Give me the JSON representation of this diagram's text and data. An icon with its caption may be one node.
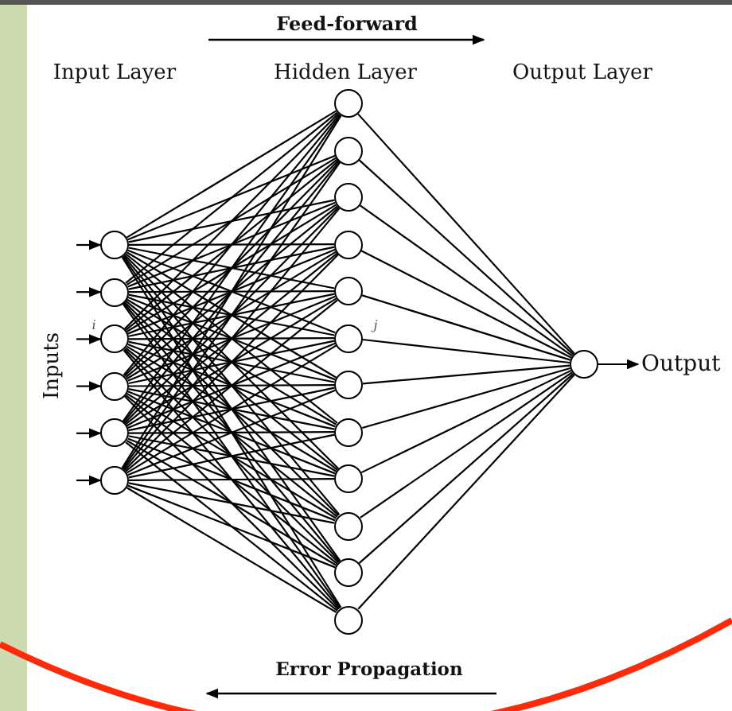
{
  "diagram": {
    "nodes": [
      {
        "text": [],
        "shape": "circle"
      },
      {
        "text": [],
        "shape": "circle"
      },
      {
        "text": [],
        "shape": "circle"
      },
      {
        "text": [],
        "shape": "circle"
      },
      {
        "text": [],
        "shape": "circle"
      },
      {
        "text": [],
        "shape": "circle"
      },
      {
        "text": [],
        "shape": "circle"
      },
      {
        "text": [],
        "shape": "circle"
      },
      {
        "text": [],
        "shape": "circle"
      },
      {
        "text": [],
        "shape": "circle"
      },
      {
        "text": [],
        "shape": "circle"
      },
      {
        "text": [],
        "shape": "circle"
      },
      {
        "text": [],
        "shape": "circle"
      },
      {
        "text": [],
        "shape": "circle"
      },
      {
        "text": [],
        "shape": "circle"
      },
      {
        "text": [],
        "shape": "circle"
      },
      {
        "text": [],
        "shape": "circle"
      },
      {
        "text": [],
        "shape": "circle"
      },
      {
        "text": [],
        "shape": "circle"
      },
      {
        "text": [
          "Output"
        ]
      }
    ],
    "edges": [
      {
        "from": null,
        "to": 0,
        "arrow": "to"
      },
      {
        "from": null,
        "to": 1,
        "arrow": "to"
      },
      {
        "from": null,
        "to": 2,
        "arrow": "to"
      },
      {
        "from": null,
        "to": 3,
        "arrow": "to"
      },
      {
        "from": null,
        "to": 4,
        "arrow": "to"
      },
      {
        "from": null,
        "to": 5,
        "arrow": "to"
      },
      {
        "from": 0,
        "to": 6,
        "arrow": "none"
      },
      {
        "from": 0,
        "to": 7,
        "arrow": "none"
      },
      {
        "from": 0,
        "to": 8,
        "arrow": "none"
      },
      {
        "from": 0,
        "to": 9,
        "arrow": "none"
      },
      {
        "from": 0,
        "to": 10,
        "arrow": "none"
      },
      {
        "from": 0,
        "to": 11,
        "arrow": "none"
      },
      {
        "from": 0,
        "to": 12,
        "arrow": "none"
      },
      {
        "from": 0,
        "to": 13,
        "arrow": "none"
      },
      {
        "from": 0,
        "to": 14,
        "arrow": "none"
      },
      {
        "from": 0,
        "to": 15,
        "arrow": "none"
      },
      {
        "from": 0,
        "to": 16,
        "arrow": "none"
      },
      {
        "from": 0,
        "to": 17,
        "arrow": "none"
      },
      {
        "from": 1,
        "to": 6,
        "arrow": "none"
      },
      {
        "from": 1,
        "to": 7,
        "arrow": "none"
      },
      {
        "from": 1,
        "to": 8,
        "arrow": "none"
      },
      {
        "from": 1,
        "to": 9,
        "arrow": "none"
      },
      {
        "from": 1,
        "to": 10,
        "arrow": "none"
      },
      {
        "from": 1,
        "to": 11,
        "arrow": "none"
      },
      {
        "from": 1,
        "to": 12,
        "arrow": "none"
      },
      {
        "from": 1,
        "to": 13,
        "arrow": "none"
      },
      {
        "from": 1,
        "to": 14,
        "arrow": "none"
      },
      {
        "from": 1,
        "to": 15,
        "arrow": "none"
      },
      {
        "from": 1,
        "to": 16,
        "arrow": "none"
      },
      {
        "from": 1,
        "to": 17,
        "arrow": "none"
      },
      {
        "from": 2,
        "to": 6,
        "arrow": "none"
      },
      {
        "from": 2,
        "to": 7,
        "arrow": "none"
      },
      {
        "from": 2,
        "to": 8,
        "arrow": "none"
      },
      {
        "from": 2,
        "to": 9,
        "arrow": "none"
      },
      {
        "from": 2,
        "to": 10,
        "arrow": "none"
      },
      {
        "from": 2,
        "to": 11,
        "arrow": "none"
      },
      {
        "from": 2,
        "to": 12,
        "arrow": "none"
      },
      {
        "from": 2,
        "to": 13,
        "arrow": "none"
      },
      {
        "from": 2,
        "to": 14,
        "arrow": "none"
      },
      {
        "from": 2,
        "to": 15,
        "arrow": "none"
      },
      {
        "from": 2,
        "to": 16,
        "arrow": "none"
      },
      {
        "from": 2,
        "to": 17,
        "arrow": "none"
      },
      {
        "from": 3,
        "to": 6,
        "arrow": "none"
      },
      {
        "from": 3,
        "to": 7,
        "arrow": "none"
      },
      {
        "from": 3,
        "to": 8,
        "arrow": "none"
      },
      {
        "from": 3,
        "to": 9,
        "arrow": "none"
      },
      {
        "from": 3,
        "to": 10,
        "arrow": "none"
      },
      {
        "from": 3,
        "to": 11,
        "arrow": "none"
      },
      {
        "from": 3,
        "to": 12,
        "arrow": "none"
      },
      {
        "from": 3,
        "to": 13,
        "arrow": "none"
      },
      {
        "from": 3,
        "to": 14,
        "arrow": "none"
      },
      {
        "from": 3,
        "to": 15,
        "arrow": "none"
      },
      {
        "from": 3,
        "to": 16,
        "arrow": "none"
      },
      {
        "from": 3,
        "to": 17,
        "arrow": "none"
      },
      {
        "from": 4,
        "to": 6,
        "arrow": "none"
      },
      {
        "from": 4,
        "to": 7,
        "arrow": "none"
      },
      {
        "from": 4,
        "to": 8,
        "arrow": "none"
      },
      {
        "from": 4,
        "to": 9,
        "arrow": "none"
      },
      {
        "from": 4,
        "to": 10,
        "arrow": "none"
      },
      {
        "from": 4,
        "to": 11,
        "arrow": "none"
      },
      {
        "from": 4,
        "to": 12,
        "arrow": "none"
      },
      {
        "from": 4,
        "to": 13,
        "arrow": "none"
      },
      {
        "from": 4,
        "to": 14,
        "arrow": "none"
      },
      {
        "from": 4,
        "to": 15,
        "arrow": "none"
      },
      {
        "from": 4,
        "to": 16,
        "arrow": "none"
      },
      {
        "from": 4,
        "to": 17,
        "arrow": "none"
      },
      {
        "from": 5,
        "to": 6,
        "arrow": "none"
      },
      {
        "from": 5,
        "to": 7,
        "arrow": "none"
      },
      {
        "from": 5,
        "to": 8,
        "arrow": "none"
      },
      {
        "from": 5,
        "to": 9,
        "arrow": "none"
      },
      {
        "from": 5,
        "to": 10,
        "arrow": "none"
      },
      {
        "from": 5,
        "to": 11,
        "arrow": "none"
      },
      {
        "from": 5,
        "to": 12,
        "arrow": "none"
      },
      {
        "from": 5,
        "to": 13,
        "arrow": "none"
      },
      {
        "from": 5,
        "to": 14,
        "arrow": "none"
      },
      {
        "from": 5,
        "to": 15,
        "arrow": "none"
      },
      {
        "from": 5,
        "to": 16,
        "arrow": "none"
      },
      {
        "from": 5,
        "to": 17,
        "arrow": "none"
      },
      {
        "from": 6,
        "to": 18,
        "arrow": "none"
      },
      {
        "from": 7,
        "to": 18,
        "arrow": "none"
      },
      {
        "from": 8,
        "to": 18,
        "arrow": "none"
      },
      {
        "from": 9,
        "to": 18,
        "arrow": "none"
      },
      {
        "from": 10,
        "to": 18,
        "arrow": "none"
      },
      {
        "from": 11,
        "to": 18,
        "arrow": "none"
      },
      {
        "from": 12,
        "to": 18,
        "arrow": "none"
      },
      {
        "from": 13,
        "to": 18,
        "arrow": "none"
      },
      {
        "from": 14,
        "to": 18,
        "arrow": "none"
      },
      {
        "from": 15,
        "to": 18,
        "arrow": "none"
      },
      {
        "from": 16,
        "to": 18,
        "arrow": "none"
      },
      {
        "from": 17,
        "to": 18,
        "arrow": "none"
      },
      {
        "from": 18,
        "to": 19,
        "arrow": "to"
      }
    ],
    "labels": [
      "Feed-forward",
      "Input Layer",
      "Hidden Layer",
      "Output Layer",
      "Inputs",
      "i",
      "j",
      "Error Propagation"
    ]
  }
}
